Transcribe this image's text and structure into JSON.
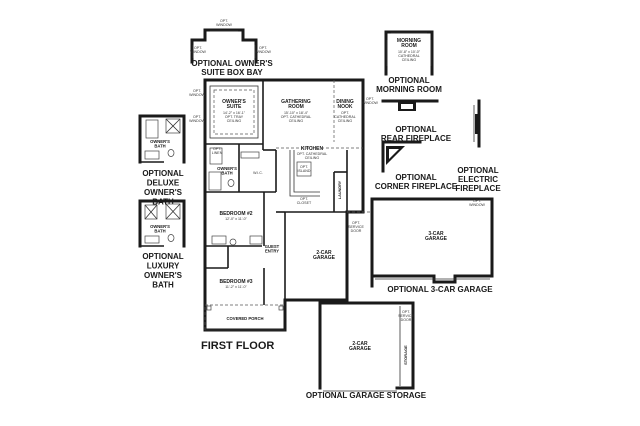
{
  "labels": {
    "owner_suite_box_bay": [
      "OPTIONAL OWNER'S",
      "SUITE BOX BAY"
    ],
    "morning_room": [
      "OPTIONAL",
      "MORNING ROOM"
    ],
    "rear_fireplace": [
      "OPTIONAL",
      "REAR FIREPLACE"
    ],
    "corner_fireplace": [
      "OPTIONAL",
      "CORNER FIREPLACE"
    ],
    "electric_fireplace": [
      "OPTIONAL",
      "ELECTRIC",
      "FIREPLACE"
    ],
    "deluxe_bath": [
      "OPTIONAL",
      "DELUXE",
      "OWNER'S",
      "BATH"
    ],
    "luxury_bath": [
      "OPTIONAL",
      "LUXURY",
      "OWNER'S",
      "BATH"
    ],
    "three_car_garage": "OPTIONAL 3-CAR GARAGE",
    "garage_storage": "OPTIONAL GARAGE STORAGE",
    "first_floor": "FIRST FLOOR"
  },
  "rooms": {
    "owners_suite": [
      "OWNER'S",
      "SUITE"
    ],
    "owners_suite_dims": [
      "14'-2\" x 16'-1\"",
      "OPT. TRAY",
      "CEILING"
    ],
    "gathering_room": [
      "GATHERING",
      "ROOM"
    ],
    "gathering_room_dims": [
      "15'-10\" x 18'-4\"",
      "OPT. CATHEDRAL",
      "CEILING"
    ],
    "dining_nook": [
      "DINING",
      "NOOK"
    ],
    "dining_nook_dims": [
      "OPT.",
      "CATHEDRAL",
      "CEILING"
    ],
    "kitchen": "KITCHEN",
    "kitchen_dims": [
      "OPT. CATHEDRAL",
      "CEILING"
    ],
    "owners_bath": [
      "OWNER'S",
      "BATH"
    ],
    "wic": "W.I.C.",
    "laundry": "LAUNDRY",
    "bedroom2": "BEDROOM #2",
    "bedroom2_dims": "12'-0\" x 11'-0\"",
    "bedroom3": "BEDROOM #3",
    "bedroom3_dims": "11'-2\" x 11'-0\"",
    "guest_entry": [
      "GUEST",
      "ENTRY"
    ],
    "garage": [
      "2-CAR",
      "GARAGE"
    ],
    "garage_3car": [
      "3-CAR",
      "GARAGE"
    ],
    "garage_storage_room": [
      "2-CAR",
      "GARAGE"
    ],
    "storage": "STORAGE",
    "covered_porch": "COVERED PORCH",
    "morning_room": [
      "MORNING",
      "ROOM"
    ],
    "morning_room_dims": [
      "10'-8\" x 10'-0\"",
      "CATHEDRAL",
      "CEILING"
    ],
    "deluxe_bath_room": [
      "OWNER'S",
      "BATH"
    ],
    "luxury_bath_room": [
      "OWNER'S",
      "BATH"
    ],
    "island": [
      "OPT.",
      "ISLAND"
    ],
    "closet": [
      "OPT.",
      "CLOSET"
    ]
  },
  "small_notes": {
    "opt_window": [
      "OPT.",
      "WINDOW"
    ],
    "opt_service_door": [
      "OPT.",
      "SERVICE",
      "DOOR"
    ],
    "linen": [
      "OPT.",
      "LINEN"
    ]
  }
}
